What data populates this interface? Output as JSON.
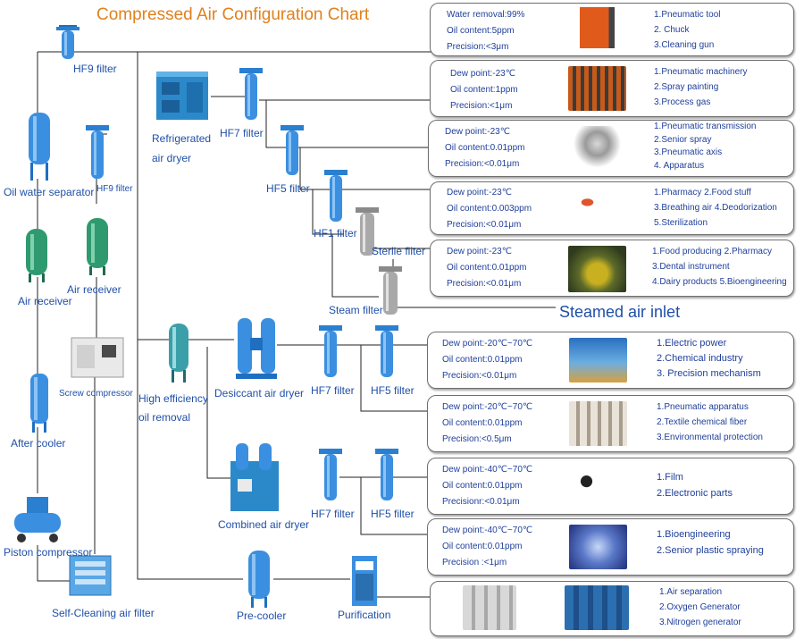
{
  "title": "Compressed Air Configuration Chart",
  "steamed_inlet": "Steamed air inlet",
  "labels": {
    "hf9_top": "HF9 filter",
    "refrigerated_1": "Refrigerated",
    "refrigerated_2": "air dryer",
    "hf7_top": "HF7 filter",
    "hf5_top": "HF5 filter",
    "hf1": "HF1 filter",
    "sterile": "Sterile filter",
    "steam": "Steam filter",
    "oil_water": "Oil water separator",
    "hf9_left": "HF9 filter",
    "air_receiver_1": "Air receiver",
    "air_receiver_2": "Air receiver",
    "screw": "Screw  compressor",
    "after_cooler": "After cooler",
    "piston": "Piston compressor",
    "self_cleaning": "Self-Cleaning air filter",
    "high_eff_1": "High efficiency",
    "high_eff_2": "oil removal",
    "desiccant": "Desiccant air dryer",
    "hf7_mid": "HF7 filter",
    "hf5_mid": "HF5 filter",
    "combined": "Combined air dryer",
    "hf7_low": "HF7 filter",
    "hf5_low": "HF5 filter",
    "pre_cooler": "Pre-cooler",
    "purification": "Purification"
  },
  "rows": [
    {
      "specs": [
        "Water removal:99%",
        "Oil content:5ppm",
        "Precision:<3μm"
      ],
      "apps": [
        "1.Pneumatic tool",
        "2. Chuck",
        "3.Cleaning gun"
      ]
    },
    {
      "specs": [
        "Dew point:-23℃",
        "Oil content:1ppm",
        "Precision:<1μm"
      ],
      "apps": [
        "1.Pneumatic machinery",
        "2.Spray painting",
        "3.Process gas"
      ]
    },
    {
      "specs": [
        "Dew point:-23℃",
        "Oil content:0.01ppm",
        "Precision:<0.01μm"
      ],
      "apps": [
        "1.Pneumatic transmission",
        "2.Senior  spray",
        "3.Pneumatic axis",
        "4. Apparatus"
      ]
    },
    {
      "specs": [
        "Dew point:-23℃",
        "Oil content:0.003ppm",
        "Precision:<0.01μm"
      ],
      "apps": [
        "1.Pharmacy     2.Food stuff",
        "3.Breathing air  4.Deodorization",
        "5.Sterilization"
      ]
    },
    {
      "specs": [
        "Dew point:-23℃",
        "Oil content:0.01ppm",
        "Precision:<0.01μm"
      ],
      "apps": [
        "1.Food producing 2.Pharmacy",
        "3.Dental instrument",
        "4.Dairy products  5.Bioengineering"
      ]
    },
    {
      "specs": [
        "Dew point:-20℃~70℃",
        "Oil content:0.01ppm",
        "Precision:<0.01μm"
      ],
      "apps": [
        "1.Electric power",
        "2.Chemical industry",
        "3. Precision mechanism"
      ]
    },
    {
      "specs": [
        "Dew point:-20℃~70℃",
        "Oil content:0.01ppm",
        "Precision:<0.5μm"
      ],
      "apps": [
        "1.Pneumatic apparatus",
        "2.Textile chemical fiber",
        "3.Environmental protection"
      ]
    },
    {
      "specs": [
        "Dew point:-40℃~70℃",
        "Oil content:0.01ppm",
        "Precisionr:<0.01μm"
      ],
      "apps": [
        "1.Film",
        "2.Electronic parts"
      ]
    },
    {
      "specs": [
        "Dew point:-40℃~70℃",
        "Oil content:0.01ppm",
        "Precision :<1μm"
      ],
      "apps": [
        "1.Bioengineering",
        "2.Senior plastic spraying"
      ]
    },
    {
      "specs": [],
      "apps": [
        "1.Air separation",
        "2.Oxygen Generator",
        "3.Nitrogen generator"
      ]
    }
  ],
  "colors": {
    "filter": "#3b8fe0",
    "title": "#e0811d",
    "text": "#1f4fa8",
    "line": "#222222"
  }
}
